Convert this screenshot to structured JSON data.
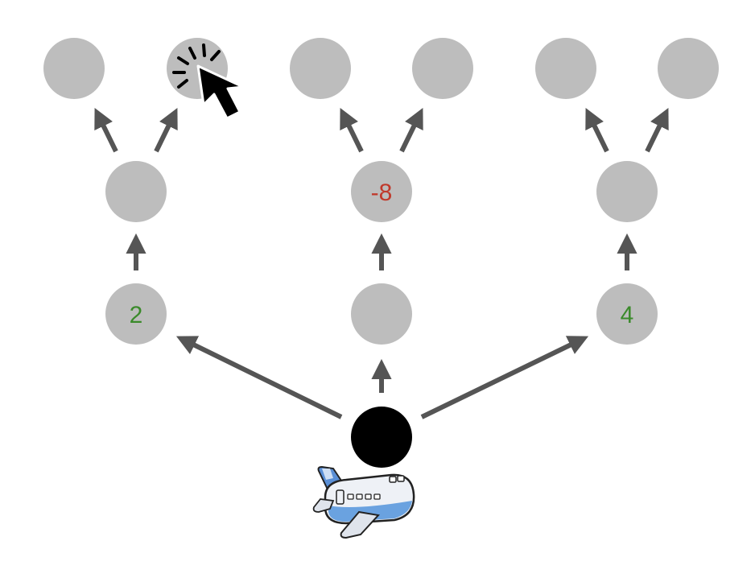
{
  "colors": {
    "node_fill": "#bdbdbd",
    "arrow": "#555555",
    "positive": "#3a8a2a",
    "negative": "#c0392b",
    "start": "#000000"
  },
  "tree": {
    "start": {
      "label": "",
      "icon": "airplane-icon"
    },
    "level1": [
      {
        "id": "l1-left",
        "label": "2",
        "tone": "positive"
      },
      {
        "id": "l1-center",
        "label": "",
        "tone": ""
      },
      {
        "id": "l1-right",
        "label": "4",
        "tone": "positive"
      }
    ],
    "level2": [
      {
        "id": "l2-left",
        "label": "",
        "tone": ""
      },
      {
        "id": "l2-center",
        "label": "-8",
        "tone": "negative"
      },
      {
        "id": "l2-right",
        "label": "",
        "tone": ""
      }
    ],
    "level3": [
      {
        "id": "l3-1",
        "label": "",
        "tone": ""
      },
      {
        "id": "l3-2",
        "label": "",
        "tone": "",
        "clicked": true
      },
      {
        "id": "l3-3",
        "label": "",
        "tone": ""
      },
      {
        "id": "l3-4",
        "label": "",
        "tone": ""
      },
      {
        "id": "l3-5",
        "label": "",
        "tone": ""
      },
      {
        "id": "l3-6",
        "label": "",
        "tone": ""
      }
    ]
  },
  "cursor": {
    "icon": "pointer-cursor-icon",
    "effect": "click-burst-icon"
  }
}
